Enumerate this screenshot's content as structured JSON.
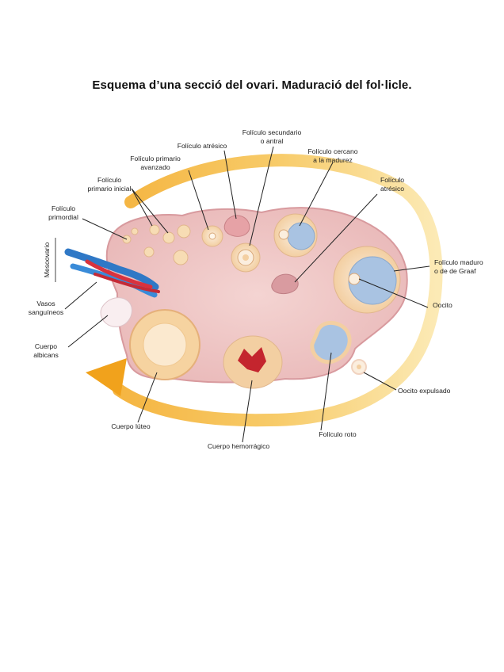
{
  "title": "Esquema d’una secció del ovari. Maduració del fol·licle.",
  "labels": {
    "foliculo_secundario": [
      "Folículo secundario",
      "o antral"
    ],
    "foliculo_atresico_top": [
      "Folículo atrésico"
    ],
    "foliculo_primario_avanzado": [
      "Folículo primario",
      "avanzado"
    ],
    "foliculo_cercano": [
      "Folículo cercano",
      "a la madurez"
    ],
    "foliculo_primario_inicial": [
      "Folículo",
      "primario inicial"
    ],
    "foliculo_atresico_right": [
      "Folículo",
      "atrésico"
    ],
    "foliculo_primordial": [
      "Folículo",
      "primordial"
    ],
    "mesoovario": [
      "Mesoovario"
    ],
    "foliculo_maduro": [
      "Folículo maduro",
      "o de de Graaf"
    ],
    "vasos_sanguineos": [
      "Vasos",
      "sanguíneos"
    ],
    "ovocito": [
      "Oocito"
    ],
    "cuerpo_albicans": [
      "Cuerpo",
      "albicans"
    ],
    "ovocito_expulsado": [
      "Oocito expulsado"
    ],
    "cuerpo_luteo": [
      "Cuerpo lúteo"
    ],
    "foliculo_roto": [
      "Folículo roto"
    ],
    "cuerpo_hemorragico": [
      "Cuerpo hemorrágico"
    ]
  },
  "colors": {
    "ovary_fill": "#f0c9c8",
    "ovary_stroke": "#d89a9e",
    "arrow": "#f4b63a",
    "follicle_fluid": "#a9c3e2",
    "granulosa": "#f7dcb4",
    "luteum_outer": "#f6d3a0",
    "hemorrhagic": "#c4252e",
    "vessel_blue": "#2f78c6",
    "vessel_red": "#d8323e"
  }
}
